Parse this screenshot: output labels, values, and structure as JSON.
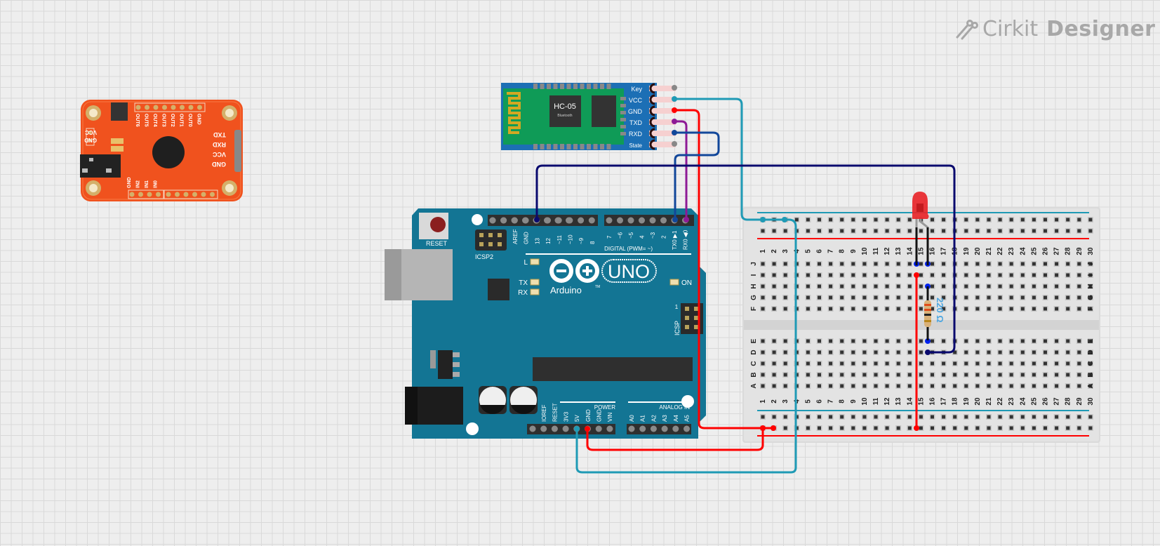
{
  "app": {
    "brand_prefix": "Cirkit",
    "brand_suffix": "Designer",
    "logo_icon": "circuit-traces-icon"
  },
  "components": {
    "voice_module": {
      "name": "Voice Recognition Module",
      "top_pins": [
        "OUT6",
        "OUT5",
        "OUT4",
        "OUT3",
        "OUT2",
        "OUT1",
        "OUT0",
        "GND"
      ],
      "left_pins": [
        "VCC",
        "GND"
      ],
      "right_pins": [
        "TXD",
        "RXD",
        "VCC",
        "GND"
      ],
      "bottom_pins": [
        "GND",
        "IN2",
        "IN1",
        "IN0"
      ],
      "color": "#f0521e"
    },
    "hc05": {
      "title": "HC-05",
      "subtitle": "Bluetooth",
      "pins": [
        "Key",
        "VCC",
        "GND",
        "TXD",
        "RXD",
        "State"
      ],
      "color": "#1c6fb5"
    },
    "arduino": {
      "reset_label": "RESET",
      "icsp2_label": "ICSP2",
      "icsp_label": "ICSP",
      "icsp_pin1": "1",
      "digital_label": "DIGITAL (PWM= ~)",
      "brand": "Arduino",
      "model": "UNO",
      "tm": "TM",
      "led_labels": [
        "L",
        "TX",
        "RX",
        "ON"
      ],
      "digital_pins_left": [
        "AREF",
        "GND",
        "13",
        "12",
        "~11",
        "~10",
        "~9",
        "8"
      ],
      "digital_pins_right": [
        "7",
        "~6",
        "~5",
        "4",
        "~3",
        "2",
        "TX0 ▶1",
        "RX0 ◀0"
      ],
      "power_label": "POWER",
      "power_pins": [
        "IOREF",
        "RESET",
        "3V3",
        "5V",
        "GND",
        "GND",
        "VIN"
      ],
      "analog_label": "ANALOG IN",
      "analog_pins": [
        "A0",
        "A1",
        "A2",
        "A3",
        "A4",
        "A5"
      ],
      "color": "#137594"
    },
    "breadboard": {
      "columns": [
        "1",
        "2",
        "3",
        "4",
        "5",
        "6",
        "7",
        "8",
        "9",
        "10",
        "11",
        "12",
        "13",
        "14",
        "15",
        "16",
        "17",
        "18",
        "19",
        "20",
        "21",
        "22",
        "23",
        "24",
        "25",
        "26",
        "27",
        "28",
        "29",
        "30"
      ],
      "rows_top": [
        "J",
        "I",
        "H",
        "G",
        "F"
      ],
      "rows_bottom": [
        "E",
        "D",
        "C",
        "B",
        "A"
      ]
    },
    "led": {
      "color": "#e8262a",
      "label": "Red LED"
    },
    "resistor": {
      "value_label": "220 Ω"
    }
  },
  "wires": [
    {
      "name": "wire-hc05-vcc-to-rail",
      "from": "HC-05 VCC",
      "to": "Breadboard top rail",
      "color": "#1f9ab5"
    },
    {
      "name": "wire-hc05-gnd-to-rail",
      "from": "HC-05 GND",
      "to": "Breadboard bottom rail",
      "color": "#ff0000"
    },
    {
      "name": "wire-hc05-txd-to-rx0",
      "from": "HC-05 TXD",
      "to": "Arduino RX0",
      "color": "#8e1a96"
    },
    {
      "name": "wire-hc05-rxd-to-tx1",
      "from": "HC-05 RXD",
      "to": "Arduino TX1",
      "color": "#12479a"
    },
    {
      "name": "wire-pin13-to-resistor",
      "from": "Arduino 13",
      "to": "Breadboard D16",
      "color": "#0a0a6e"
    },
    {
      "name": "wire-5v-to-rail",
      "from": "Arduino 5V",
      "to": "Breadboard top rail",
      "color": "#1f9ab5"
    },
    {
      "name": "wire-gnd-to-rail",
      "from": "Arduino GND",
      "to": "Breadboard bottom rail",
      "color": "#ff0000"
    },
    {
      "name": "wire-led-cathode-to-rail",
      "from": "Breadboard I15",
      "to": "Breadboard bottom rail",
      "color": "#ff0000"
    }
  ]
}
